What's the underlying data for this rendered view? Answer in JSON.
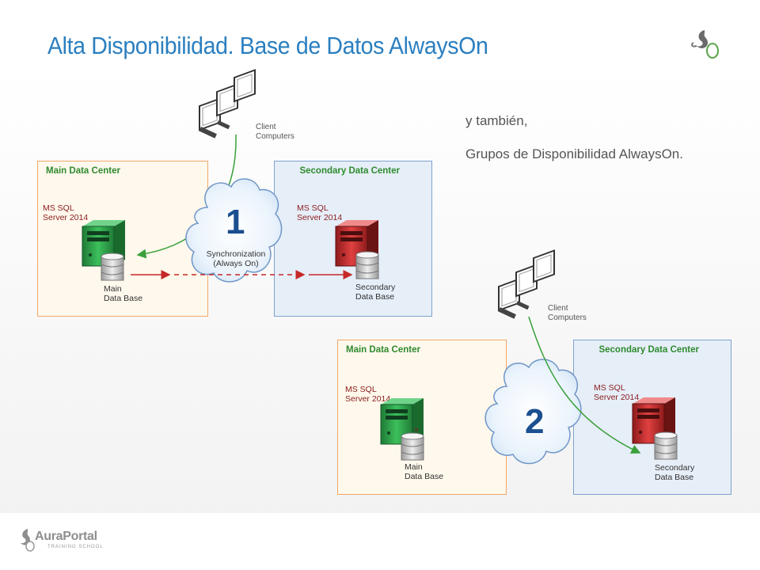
{
  "slide": {
    "title": "Alta Disponibilidad. Base de Datos AlwaysOn",
    "subtitle_line1": "y también,",
    "subtitle_line2": "Grupos de Disponibilidad AlwaysOn.",
    "brand": "AuraPortal",
    "brand_sub": "TRAINING SCHOOL"
  },
  "diagram1": {
    "number": "1",
    "client_label": "Client\nComputers",
    "main_dc_title": "Main Data Center",
    "secondary_dc_title": "Secondary Data Center",
    "main_server_label": "MS SQL\nServer 2014",
    "secondary_server_label": "MS SQL\nServer 2014",
    "main_db_label": "Main\nData Base",
    "secondary_db_label": "Secondary\nData Base",
    "sync_label": "Synchronization\n(Always On)"
  },
  "diagram2": {
    "number": "2",
    "client_label": "Client\nComputers",
    "main_dc_title": "Main Data Center",
    "secondary_dc_title": "Secondary Data Center",
    "main_server_label": "MS SQL\nServer 2014",
    "secondary_server_label": "MS SQL\nServer 2014",
    "main_db_label": "Main\nData Base",
    "secondary_db_label": "Secondary\nData Base"
  },
  "colors": {
    "title": "#2b7fc0",
    "main_dc_border": "#f0a868",
    "secondary_dc_border": "#7fa3cf",
    "dc_title": "#2e8b2e",
    "main_server": "#2ea84a",
    "secondary_server": "#c62828",
    "sync_arrow": "#c62828",
    "client_arrow": "#3aa03a",
    "cloud_number": "#1b4f8f"
  }
}
